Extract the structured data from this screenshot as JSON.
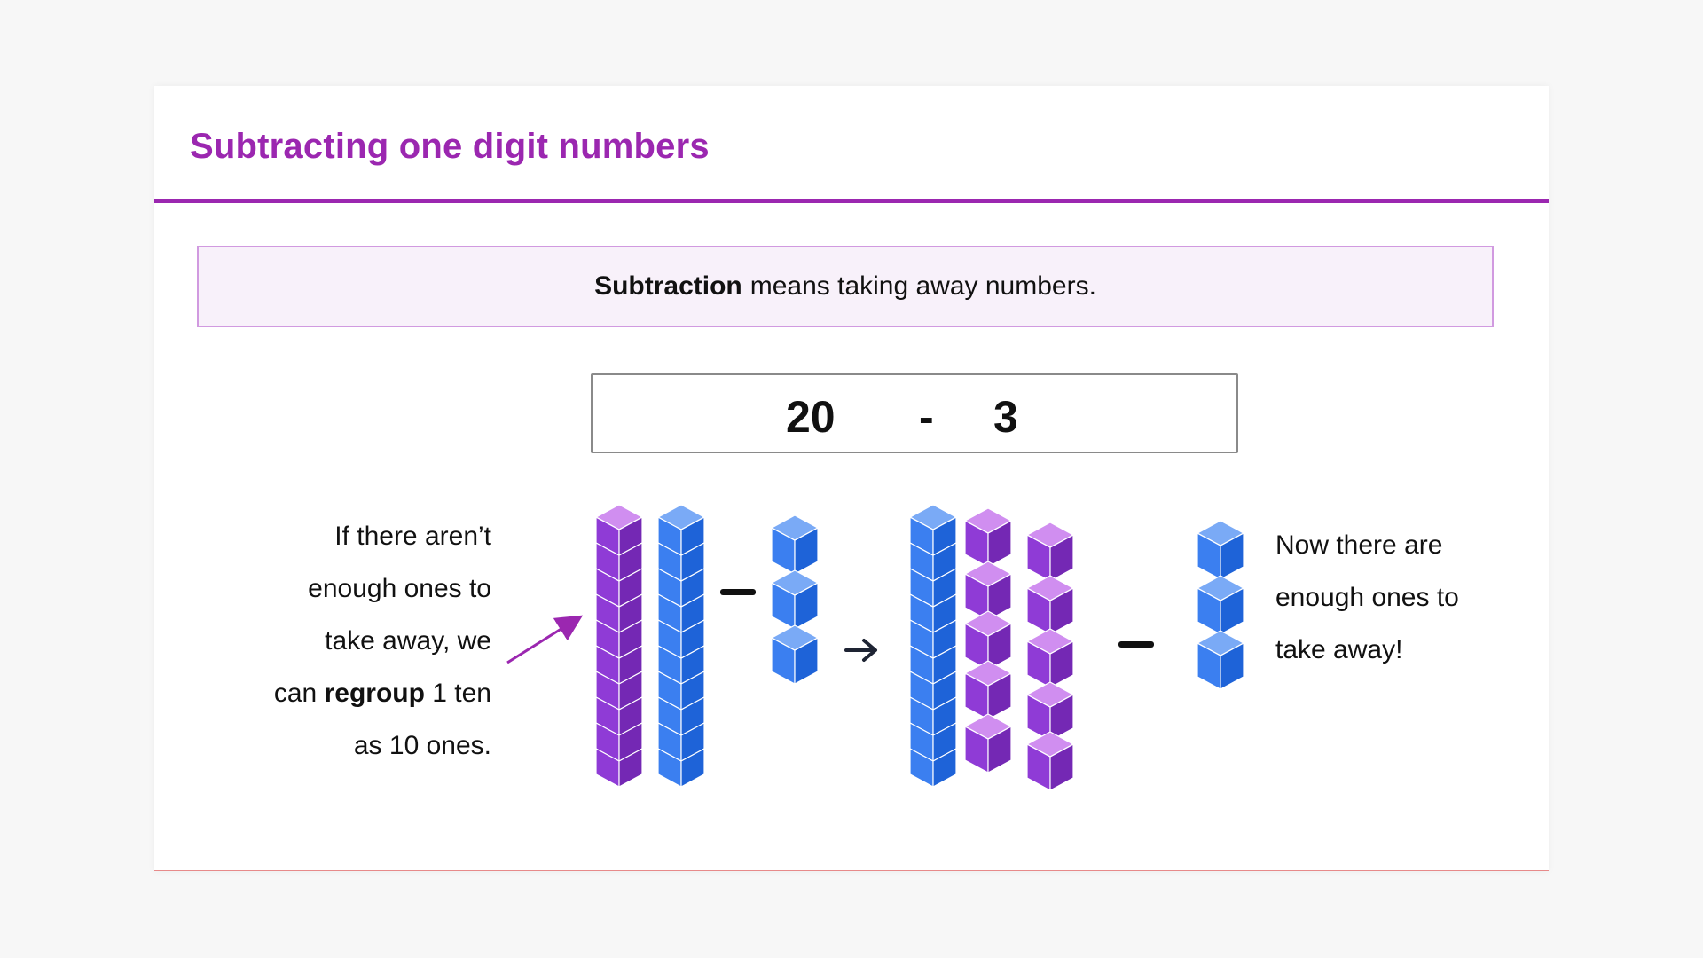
{
  "title": "Subtracting one digit numbers",
  "definition": {
    "term": "Subtraction",
    "rest": "means taking away numbers."
  },
  "equation": {
    "left": "20",
    "operator": "-",
    "right": "3"
  },
  "left_text": {
    "line1": "If there aren’t",
    "line2": "enough ones to",
    "line3": "take away, we",
    "line4_pre": "can",
    "line4_bold": "regroup",
    "line4_post": "1 ten",
    "line5": "as 10 ones."
  },
  "right_text": {
    "line1": "Now there are",
    "line2": "enough ones to",
    "line3": "take away!"
  },
  "colors": {
    "accent": "#9b27b0",
    "purple_cube_top": "#d08ef0",
    "purple_cube_left": "#8f3bd6",
    "purple_cube_right": "#7428b4",
    "blue_cube_top": "#7aaaf6",
    "blue_cube_left": "#3b7ff0",
    "blue_cube_right": "#1e63d8"
  },
  "icons": [
    "regroup-arrow-icon",
    "right-arrow-icon",
    "minus-sign-icon"
  ]
}
